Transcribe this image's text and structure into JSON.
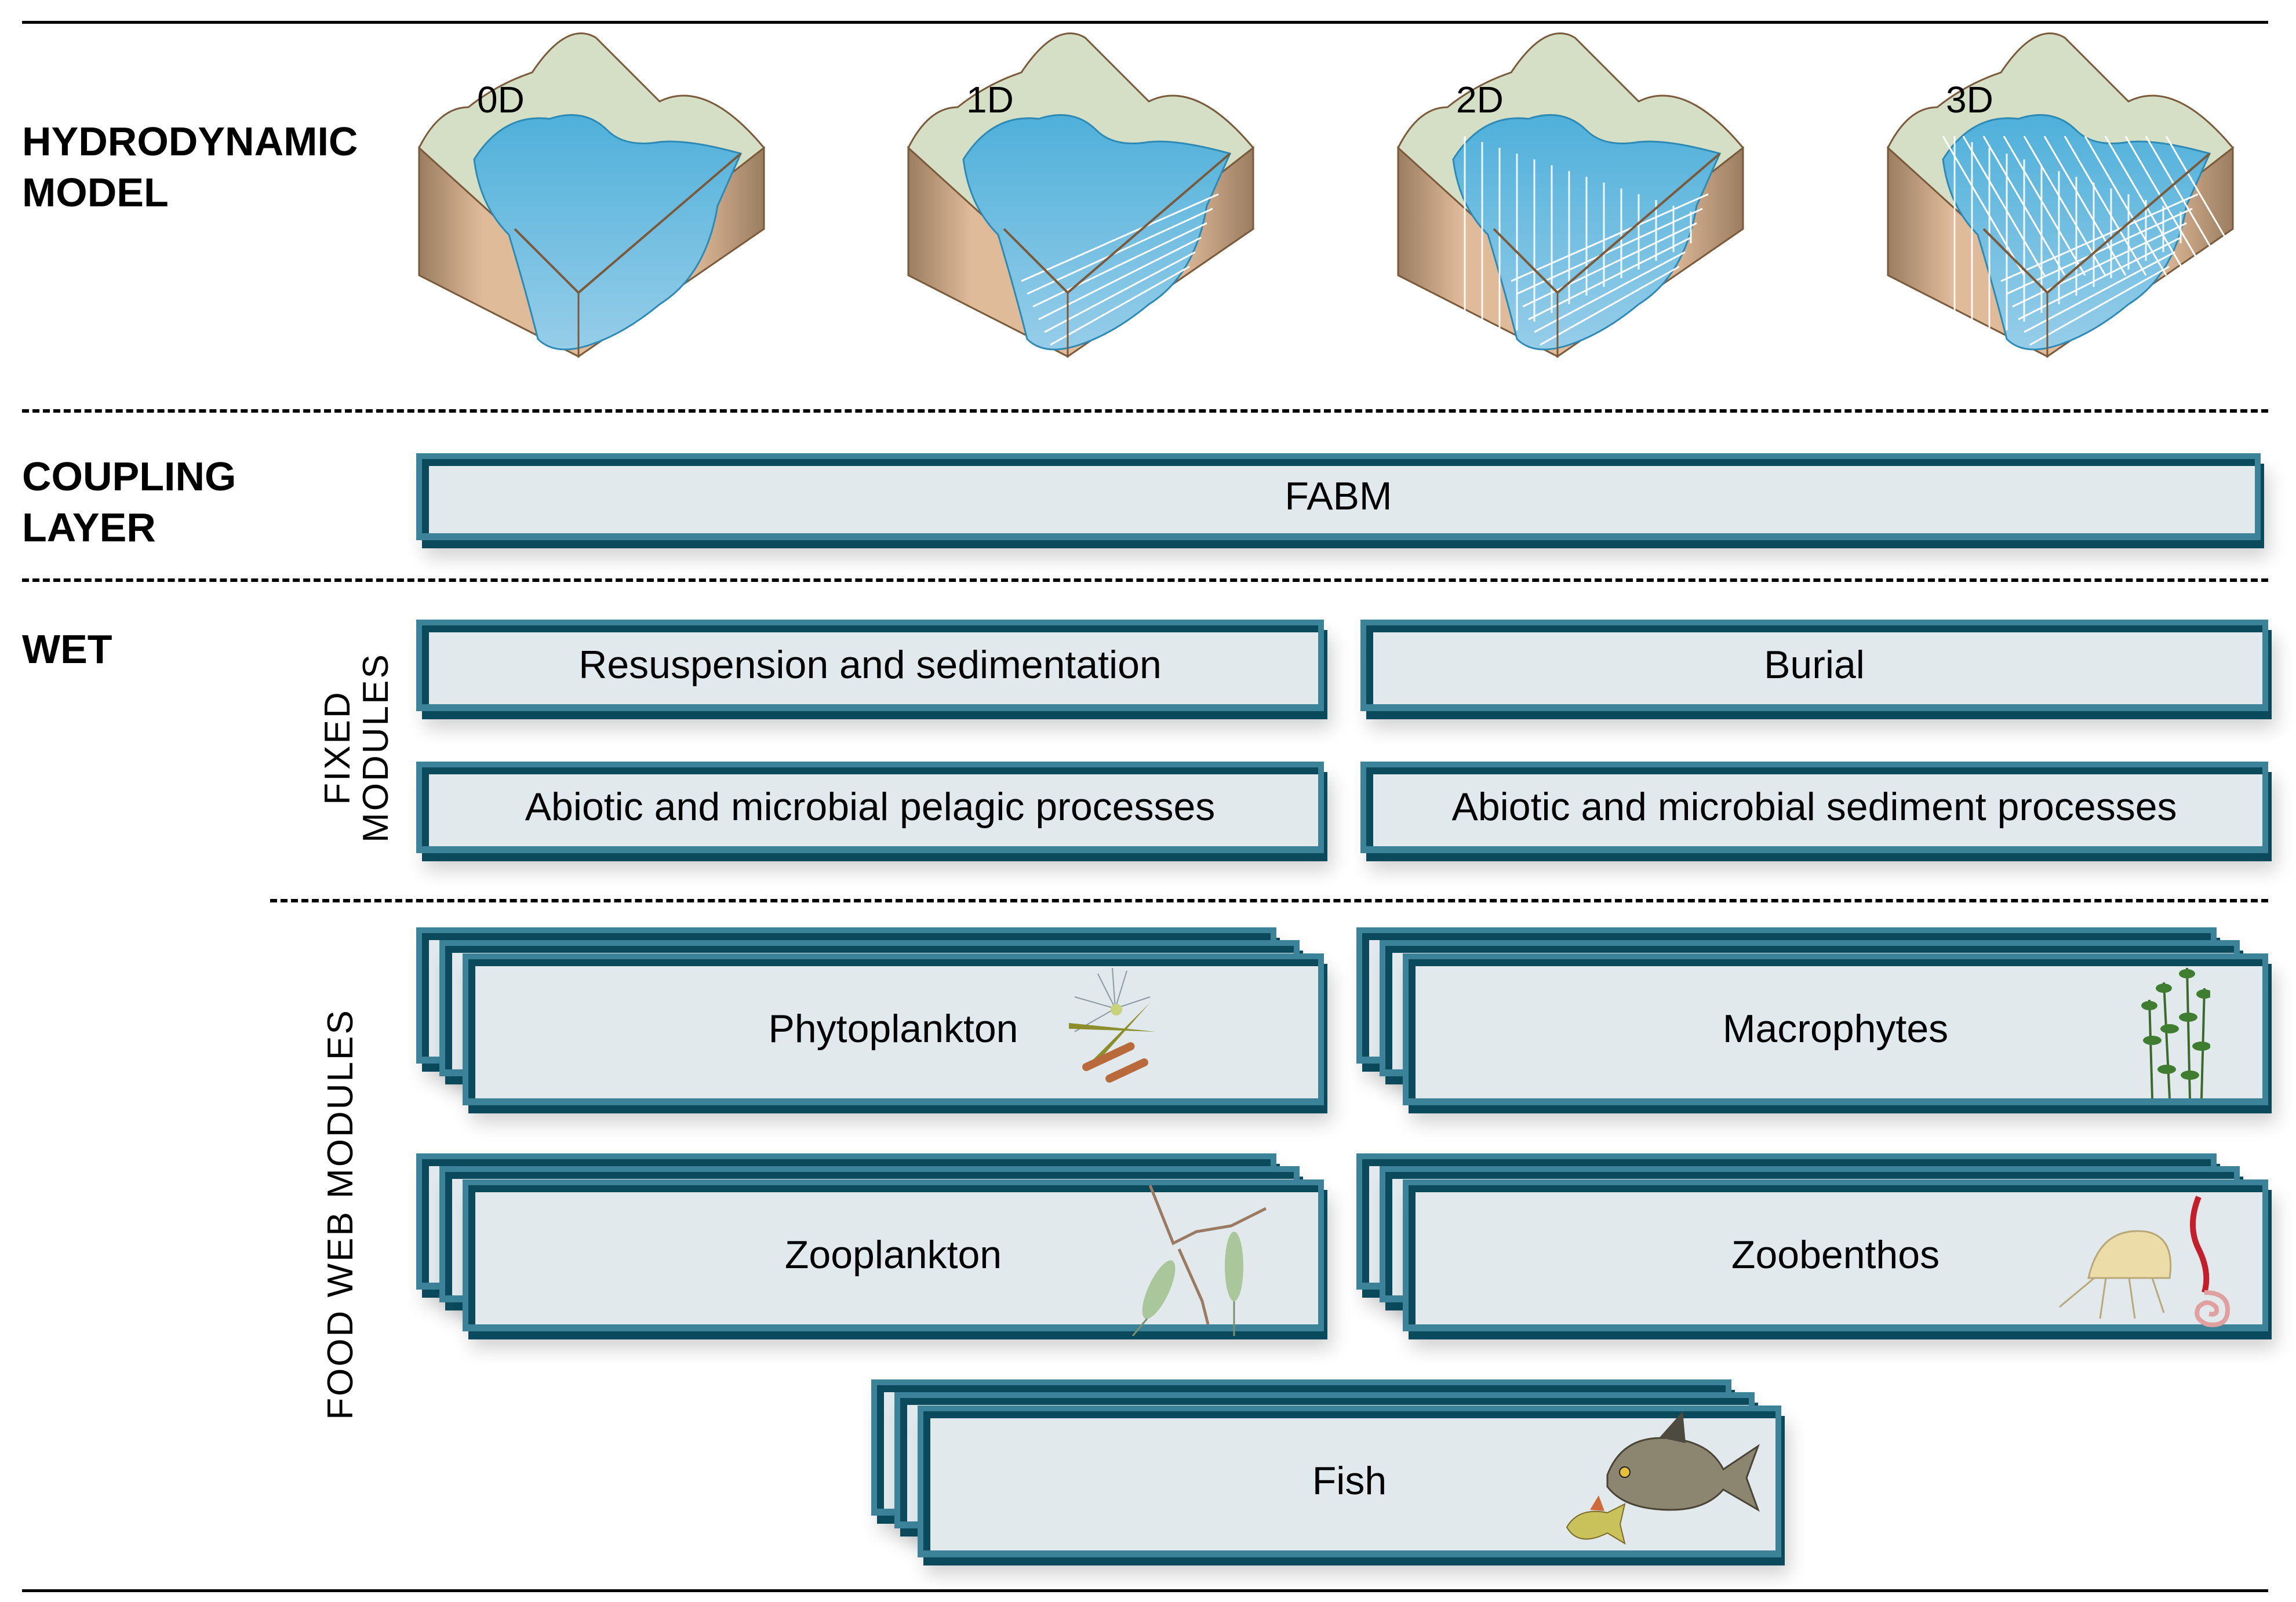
{
  "sections": {
    "hydrodynamic": "HYDRODYNAMIC\nMODEL",
    "coupling": "COUPLING\nLAYER",
    "wet": "WET"
  },
  "side_labels": {
    "fixed_modules": "FIXED\nMODULES",
    "food_web_modules": "FOOD WEB MODULES"
  },
  "hydrodynamic_models": [
    {
      "label": "0D",
      "grid": "none"
    },
    {
      "label": "1D",
      "grid": "layers"
    },
    {
      "label": "2D",
      "grid": "columns"
    },
    {
      "label": "3D",
      "grid": "mesh"
    }
  ],
  "coupling_layer": {
    "label": "FABM"
  },
  "fixed_modules": [
    {
      "label": "Resuspension and sedimentation"
    },
    {
      "label": "Burial"
    },
    {
      "label": "Abiotic and microbial pelagic processes"
    },
    {
      "label": "Abiotic and microbial sediment processes"
    }
  ],
  "food_web_modules": [
    {
      "label": "Phytoplankton",
      "icon": "phytoplankton-icon"
    },
    {
      "label": "Macrophytes",
      "icon": "macrophytes-icon"
    },
    {
      "label": "Zooplankton",
      "icon": "zooplankton-icon"
    },
    {
      "label": "Zoobenthos",
      "icon": "zoobenthos-icon"
    },
    {
      "label": "Fish",
      "icon": "fish-icon"
    }
  ],
  "colors": {
    "box_outer": "#3c8399",
    "box_inner": "#0a4a5c",
    "box_fill": "#e1e9ec",
    "water": "#5ab4dc",
    "land": "#d4dfc5",
    "soil": "#e0bb9a"
  }
}
